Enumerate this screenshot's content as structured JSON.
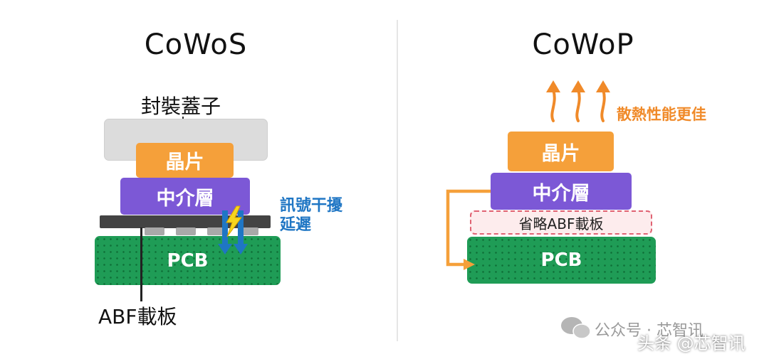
{
  "left": {
    "title": "CoWoS",
    "lid_label": "封裝蓋子",
    "chip_label": "晶片",
    "interposer_label": "中介層",
    "pcb_label": "PCB",
    "substrate_label": "ABF載板",
    "signal_label_line1": "訊號干擾",
    "signal_label_line2": "延遲"
  },
  "right": {
    "title": "CoWoP",
    "heat_label": "散熱性能更佳",
    "chip_label": "晶片",
    "interposer_label": "中介層",
    "omitted_label": "省略ABF載板",
    "pcb_label": "PCB"
  },
  "watermark": {
    "text": "公众号 · 芯智讯",
    "text2": "头条 @芯智讯"
  },
  "colors": {
    "chip": "#f5a03a",
    "interposer": "#7c58d6",
    "pcb": "#1f9c56",
    "substrate": "#434343",
    "lid": "#dcdcdc",
    "signal": "#1f76c4",
    "heat": "#f08a29",
    "omitted_border": "#e06272"
  }
}
